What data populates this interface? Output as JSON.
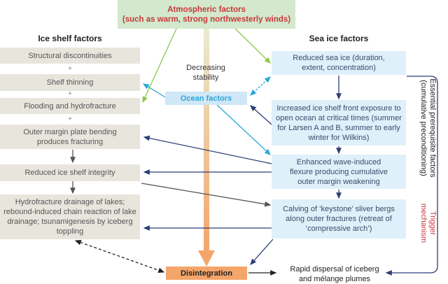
{
  "atmospheric": {
    "title": "Atmospheric factors",
    "subtitle": "(such as warm, strong northwesterly winds)"
  },
  "ice_shelf": {
    "header": "Ice shelf factors",
    "items": [
      "Structural discontinuities",
      "Shelf thinning",
      "Flooding and hydrofracture",
      "Outer margin plate bending produces fracturing",
      "Reduced ice shelf integrity",
      "Hydrofracture drainage of lakes; rebound-induced chain reaction of lake drainage; tsunamigenesis by iceberg toppling"
    ],
    "plus": "+"
  },
  "sea_ice": {
    "header": "Sea ice factors",
    "items": [
      "Reduced sea ice (duration, extent, concentration)",
      "Increased ice shelf front exposure to open ocean at critical times (summer for Larsen A and B, summer to early winter for Wilkins)",
      "Enhanced wave-induced flexure producing cumulative outer margin weakening",
      "Calving of ‘keystone’ sliver bergs along outer fractures (retreat of ‘compressive arch’)"
    ]
  },
  "center": {
    "stability": "Decreasing stability",
    "ocean": "Ocean factors",
    "disintegration": "Disintegration",
    "dispersal": "Rapid dispersal of iceberg and mélange plumes"
  },
  "side": {
    "prerequisite": "Essential prerequisite factors (cumulative preconditioning)",
    "trigger": "Trigger mechanism"
  },
  "colors": {
    "atmos_bg": "#d3e8cc",
    "atmos_text": "#c8383c",
    "ocean_text": "#2aa6d8",
    "orange": "#f4a56a",
    "navy": "#2e3f73",
    "green": "#8cc84b",
    "trigger": "#c8383c"
  }
}
